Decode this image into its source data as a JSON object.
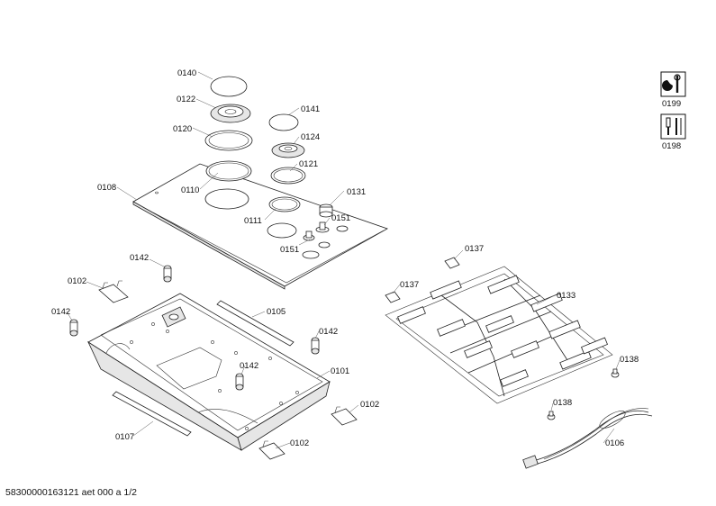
{
  "footer": {
    "text": "58300000163121 aet 000 a 1/2"
  },
  "side_icons": [
    {
      "label": "0199",
      "icon": "repair-tool-icon"
    },
    {
      "label": "0198",
      "icon": "tools-icon"
    }
  ],
  "parts": [
    {
      "id": "p0140",
      "label": "0140"
    },
    {
      "id": "p0122",
      "label": "0122"
    },
    {
      "id": "p0120",
      "label": "0120"
    },
    {
      "id": "p0141",
      "label": "0141"
    },
    {
      "id": "p0124",
      "label": "0124"
    },
    {
      "id": "p0121",
      "label": "0121"
    },
    {
      "id": "p0108",
      "label": "0108"
    },
    {
      "id": "p0110",
      "label": "0110"
    },
    {
      "id": "p0131",
      "label": "0131"
    },
    {
      "id": "p0111",
      "label": "0111"
    },
    {
      "id": "p0151a",
      "label": "0151"
    },
    {
      "id": "p0151b",
      "label": "0151"
    },
    {
      "id": "p0142a",
      "label": "0142"
    },
    {
      "id": "p0102a",
      "label": "0102"
    },
    {
      "id": "p0142b",
      "label": "0142"
    },
    {
      "id": "p0105",
      "label": "0105"
    },
    {
      "id": "p0142c",
      "label": "0142"
    },
    {
      "id": "p0142d",
      "label": "0142"
    },
    {
      "id": "p0101",
      "label": "0101"
    },
    {
      "id": "p0107",
      "label": "0107"
    },
    {
      "id": "p0102b",
      "label": "0102"
    },
    {
      "id": "p0102c",
      "label": "0102"
    },
    {
      "id": "p0137a",
      "label": "0137"
    },
    {
      "id": "p0137b",
      "label": "0137"
    },
    {
      "id": "p0133",
      "label": "0133"
    },
    {
      "id": "p0138a",
      "label": "0138"
    },
    {
      "id": "p0138b",
      "label": "0138"
    },
    {
      "id": "p0106",
      "label": "0106"
    }
  ]
}
